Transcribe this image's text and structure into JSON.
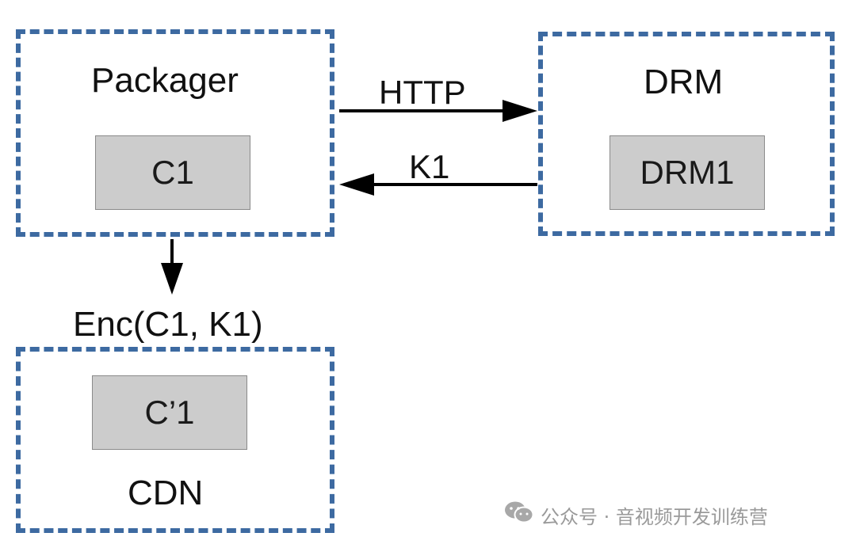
{
  "nodes": {
    "packager": {
      "label": "Packager",
      "content": "C1"
    },
    "drm": {
      "label": "DRM",
      "content": "DRM1"
    },
    "cdn": {
      "label": "CDN",
      "content": "C’1"
    }
  },
  "edges": {
    "packager_to_drm": "HTTP",
    "drm_to_packager": "K1",
    "packager_to_cdn": "Enc(C1, K1)"
  },
  "watermark": {
    "text": "公众号 · 音视频开发训练营",
    "icon": "wechat-icon"
  },
  "colors": {
    "group_border": "#3d6aa1",
    "box_fill": "#cccccc",
    "arrow": "#000000"
  }
}
